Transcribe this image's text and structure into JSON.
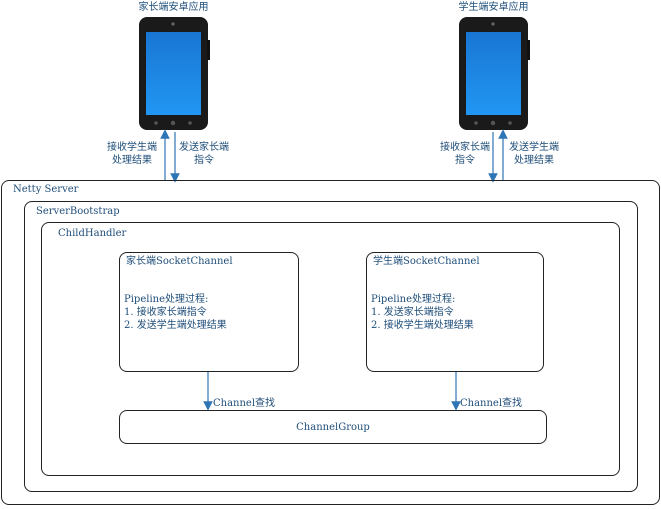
{
  "devices": {
    "parent": {
      "title": "家长端安卓应用"
    },
    "student": {
      "title": "学生端安卓应用"
    }
  },
  "arrows": {
    "parent_receive": "接收学生端\n处理结果",
    "parent_send": "发送家长端\n指令",
    "student_receive": "接收家长端\n指令",
    "student_send": "发送学生端\n处理结果",
    "channel_lookup_left": "Channel查找",
    "channel_lookup_right": "Channel查找"
  },
  "containers": {
    "netty_server": "Netty Server",
    "server_bootstrap": "ServerBootstrap",
    "child_handler": "ChildHandler"
  },
  "channels": {
    "parent": {
      "title": "家长端SocketChannel",
      "pipeline_heading": "Pipeline处理过程:",
      "steps": [
        "1. 接收家长端指令",
        "2. 发送学生端处理结果"
      ]
    },
    "student": {
      "title": "学生端SocketChannel",
      "pipeline_heading": "Pipeline处理过程:",
      "steps": [
        "1. 发送家长端指令",
        "2. 接收学生端处理结果"
      ]
    }
  },
  "channel_group": {
    "label": "ChannelGroup"
  },
  "colors": {
    "text": "#1f4e79",
    "arrow": "#2e75b6",
    "screen": "#1e88e5",
    "outline": "#222222"
  }
}
